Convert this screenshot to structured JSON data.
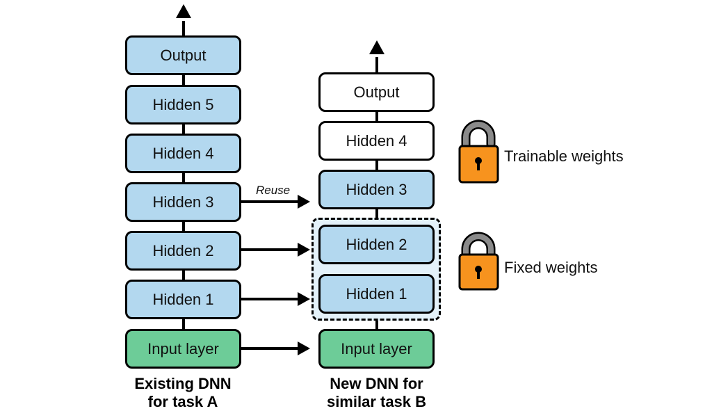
{
  "existing": {
    "output": "Output",
    "hidden5": "Hidden 5",
    "hidden4": "Hidden 4",
    "hidden3": "Hidden 3",
    "hidden2": "Hidden 2",
    "hidden1": "Hidden 1",
    "input": "Input layer",
    "caption_line1": "Existing DNN",
    "caption_line2": "for task A"
  },
  "new_net": {
    "output": "Output",
    "hidden4": "Hidden 4",
    "hidden3": "Hidden 3",
    "hidden2": "Hidden 2",
    "hidden1": "Hidden 1",
    "input": "Input layer",
    "caption_line1": "New DNN for",
    "caption_line2": "similar task B"
  },
  "reuse_label": "Reuse",
  "legend": {
    "trainable": "Trainable weights",
    "fixed": "Fixed weights"
  },
  "colors": {
    "pretrained_layer": "#b3d8ef",
    "input_layer": "#6dcc98",
    "new_layer": "#ffffff",
    "lock": "#f7931e",
    "shackle": "#8a8a8a",
    "frozen_region": "#e3f1f9"
  },
  "icons": [
    "unlocked-padlock-icon",
    "locked-padlock-icon",
    "arrow-right-icon",
    "arrow-up-icon"
  ]
}
